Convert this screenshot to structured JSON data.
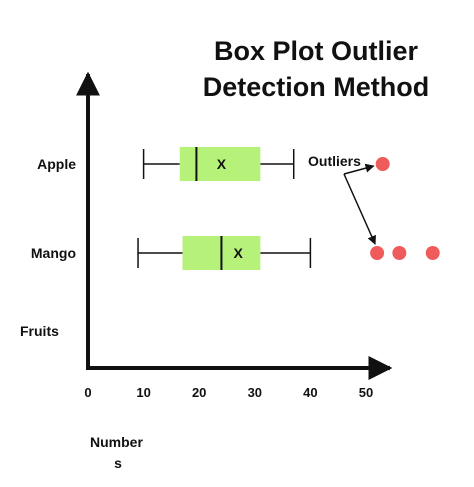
{
  "chart_data": {
    "type": "box",
    "title": [
      "Box Plot Outlier",
      "Detection Method"
    ],
    "xlabel": [
      "Number",
      "s"
    ],
    "ylabel": "Fruits",
    "xticks": [
      0,
      10,
      20,
      30,
      40,
      50
    ],
    "xlim": [
      0,
      55
    ],
    "grid": false,
    "categories": [
      "Apple",
      "Mango"
    ],
    "series": [
      {
        "category": "Apple",
        "whisker_low": 10,
        "q1": 16.5,
        "median": 19.5,
        "q3": 31,
        "whisker_high": 37,
        "mean": 24,
        "mean_marker": "X",
        "outliers": [
          53
        ]
      },
      {
        "category": "Mango",
        "whisker_low": 9,
        "q1": 17,
        "median": 24,
        "q3": 31,
        "whisker_high": 40,
        "mean": 27,
        "mean_marker": "X",
        "outliers": [
          52,
          56,
          62
        ]
      }
    ],
    "annotations": [
      {
        "text": "Outliers",
        "points_to": "outliers"
      }
    ],
    "colors": {
      "box_fill": "#b6f27a",
      "outlier": "#ef5b5b",
      "axis": "#111111"
    }
  }
}
